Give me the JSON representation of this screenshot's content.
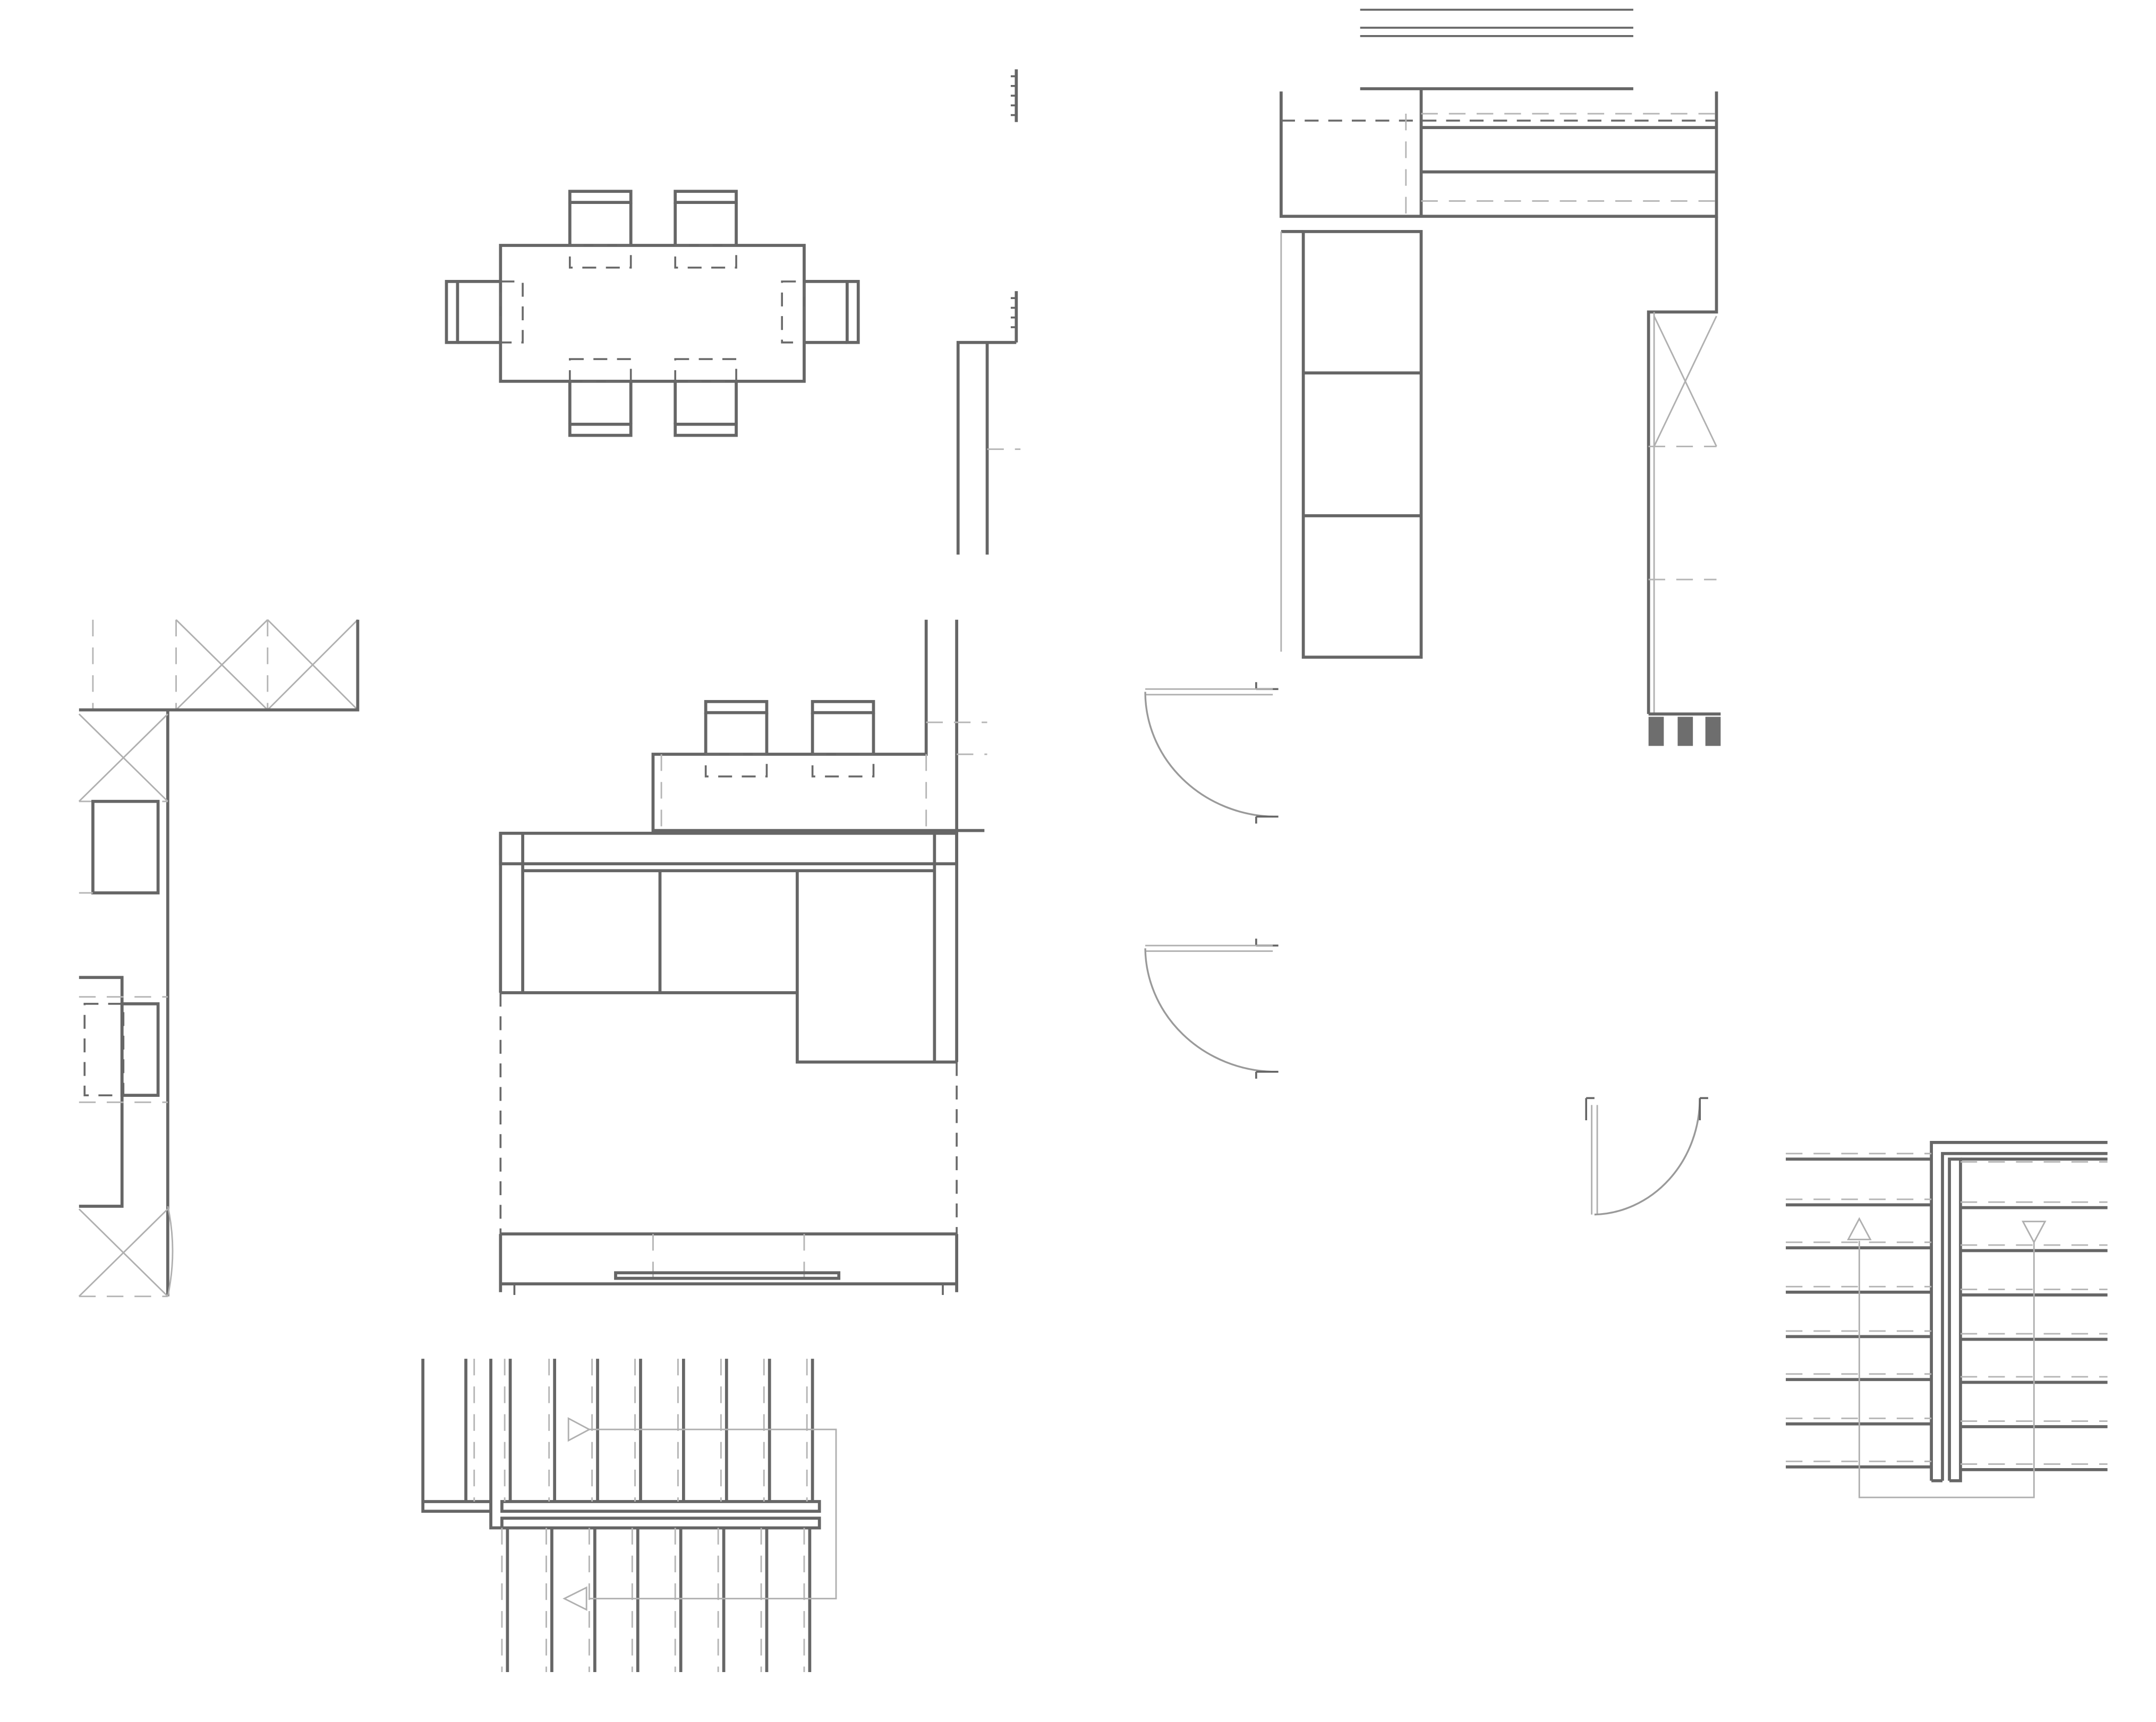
{
  "drawing": {
    "kind": "architectural floor plan",
    "elements": [
      "dining-table",
      "chair",
      "kitchen-counter",
      "bar-counter",
      "sofa",
      "wardrobe",
      "door",
      "staircase",
      "radiator"
    ]
  },
  "colors": {
    "background": "#ffffff",
    "line": "#666666",
    "light_line": "#b0b0b0",
    "fill": "#6e6e6e"
  }
}
